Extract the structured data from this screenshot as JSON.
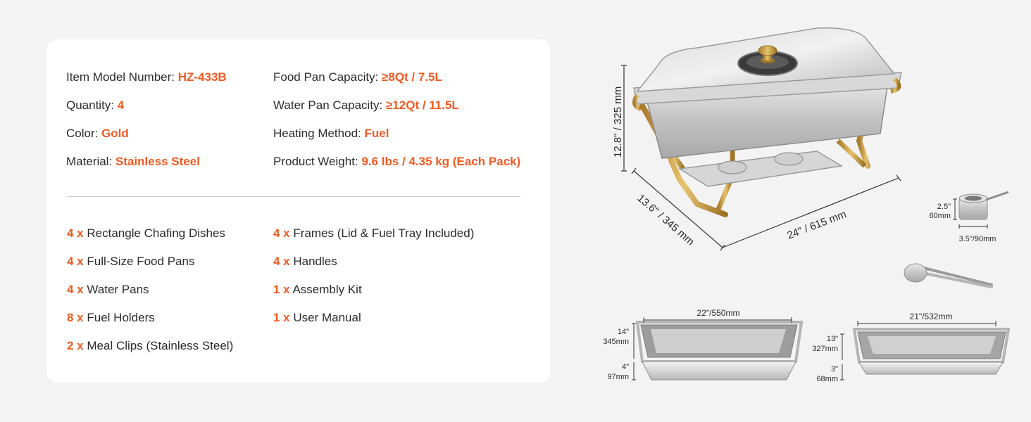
{
  "specs": {
    "left": [
      {
        "label": "Item Model Number: ",
        "value": "HZ-433B"
      },
      {
        "label": "Quantity: ",
        "value": "4"
      },
      {
        "label": "Color: ",
        "value": "Gold"
      },
      {
        "label": "Material: ",
        "value": "Stainless Steel"
      }
    ],
    "right": [
      {
        "label": "Food Pan Capacity: ",
        "value": "≥8Qt / 7.5L"
      },
      {
        "label": "Water Pan Capacity: ",
        "value": "≥12Qt / 11.5L"
      },
      {
        "label": "Heating Method: ",
        "value": "Fuel"
      },
      {
        "label": "Product Weight: ",
        "value": "9.6 lbs / 4.35 kg (Each Pack)"
      }
    ]
  },
  "contents": {
    "left": [
      {
        "qty": "4 x",
        "name": "Rectangle Chafing Dishes"
      },
      {
        "qty": "4 x",
        "name": "Full-Size Food Pans"
      },
      {
        "qty": "4 x",
        "name": "Water Pans"
      },
      {
        "qty": "8 x",
        "name": "Fuel Holders"
      },
      {
        "qty": "2 x",
        "name": "Meal Clips (Stainless Steel)"
      }
    ],
    "right": [
      {
        "qty": "4 x",
        "name": "Frames (Lid & Fuel Tray Included)"
      },
      {
        "qty": "4 x",
        "name": "Handles"
      },
      {
        "qty": "1 x",
        "name": "Assembly Kit"
      },
      {
        "qty": "1 x",
        "name": "User Manual"
      }
    ]
  },
  "dimensions": {
    "height": "12.8\" / 325 mm",
    "depth": "13.6\" / 345 mm",
    "width": "24\" / 615 mm",
    "fuel_height_in": "2.5\"",
    "fuel_height_mm": "60mm",
    "fuel_diameter": "3.5\"/90mm",
    "water_pan_width": "22\"/550mm",
    "water_pan_depth_in": "14\"",
    "water_pan_depth_mm": "345mm",
    "water_pan_height_in": "4\"",
    "water_pan_height_mm": "97mm",
    "food_pan_width": "21\"/532mm",
    "food_pan_depth_in": "13\"",
    "food_pan_depth_mm": "327mm",
    "food_pan_height_in": "3\"",
    "food_pan_height_mm": "68mm"
  },
  "colors": {
    "accent": "#f05a22",
    "gold": "#c9a24a",
    "steel": "#c8c8c8"
  }
}
